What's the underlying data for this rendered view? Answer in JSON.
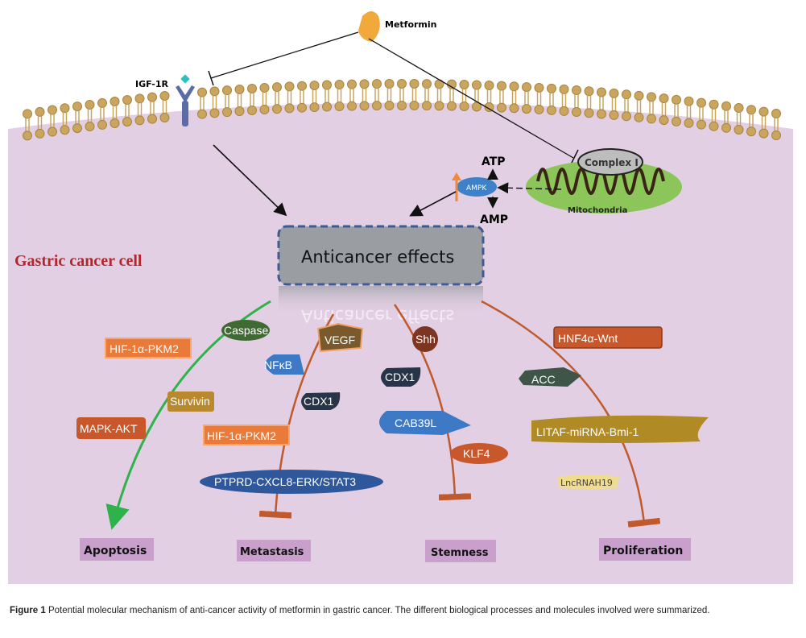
{
  "drug": "Metformin",
  "receptor": "IGF-1R",
  "mitochondria": {
    "label": "Mitochondria",
    "complex": "Complex I"
  },
  "ampk": {
    "label": "AMPK",
    "atp": "ATP",
    "amp": "AMP"
  },
  "center": {
    "label": "Anticancer effects",
    "reflection": "Anticancer effects"
  },
  "cell_label": "Gastric cancer cell",
  "nodes": {
    "caspase": "Caspase",
    "hif_left": "HIF-1α-PKM2",
    "survivin": "Survivin",
    "mapk_akt": "MAPK-AKT",
    "vegf": "VEGF",
    "nfkb": "NFκB",
    "cdx1_meta": "CDX1",
    "hif_meta": "HIF-1α-PKM2",
    "ptprd": "PTPRD-CXCL8-ERK/STAT3",
    "shh": "Shh",
    "cdx1_stem": "CDX1",
    "cab39l": "CAB39L",
    "klf4": "KLF4",
    "hnf4a": "HNF4α-Wnt",
    "acc": "ACC",
    "litaf": "LITAF-miRNA-Bmi-1",
    "lncrna": "LncRNAH19"
  },
  "outcomes": [
    "Apoptosis",
    "Metastasis",
    "Stemness",
    "Proliferation"
  ],
  "caption": {
    "label": "Figure 1",
    "text": "Potential molecular mechanism of anti-cancer activity of metformin in gastric cancer. The different biological processes and molecules involved were summarized."
  },
  "colors": {
    "cell": "#e3cfe3",
    "membrane": "#c9a560",
    "apoptosis_arrow": "#2db34a",
    "inhibit_line": "#c0592b",
    "outcome_box": "#c9a0cc",
    "cell_label": "#b3262c"
  }
}
